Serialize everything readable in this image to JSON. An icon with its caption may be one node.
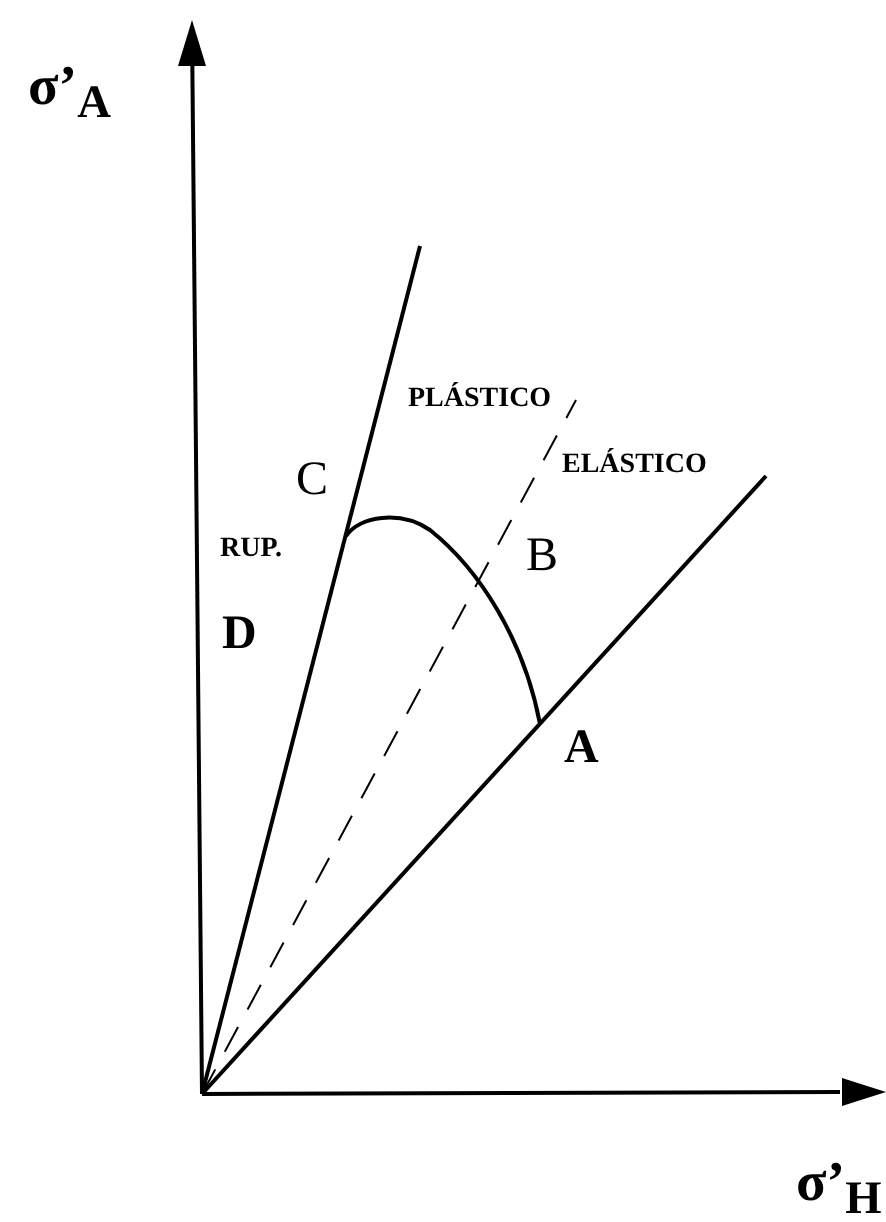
{
  "diagram": {
    "labels": [
      "σ’$_{A}$",
      "PLÁSTICO",
      "ELÁSTICO",
      "C",
      "RUP.",
      "B",
      "D",
      "A",
      "σ’$_{H}$"
    ]
  }
}
